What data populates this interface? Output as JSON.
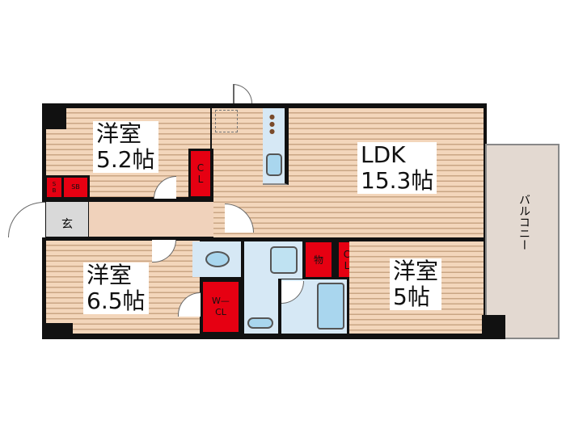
{
  "rooms": {
    "western_room_1": {
      "name": "洋室",
      "size": "5.2帖"
    },
    "western_room_2": {
      "name": "洋室",
      "size": "6.5帖"
    },
    "western_room_3": {
      "name": "洋室",
      "size": "5帖"
    },
    "ldk": {
      "name": "LDK",
      "size": "15.3帖"
    },
    "entrance": {
      "name": "玄"
    },
    "balcony": {
      "name": "バルコニー"
    }
  },
  "storage": {
    "closet": "C L",
    "walk_in_closet": "W—CL",
    "storeroom": "物",
    "shoe_box_small": "S B",
    "shoe_box": "SB"
  },
  "colors": {
    "floor": "#f3d6bb",
    "storage": "#e60012",
    "wet_area": "#d6e8f5",
    "balcony": "#e3d9d1",
    "entrance": "#d9d9d9"
  }
}
